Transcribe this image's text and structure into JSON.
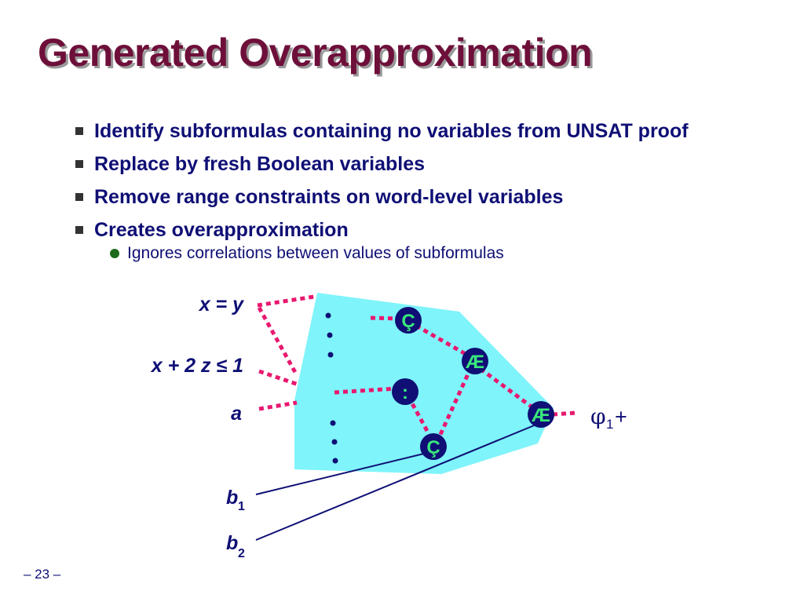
{
  "slide": {
    "title": "Generated Overapproximation",
    "bullets": [
      "Identify subformulas containing no variables from UNSAT proof",
      "Replace by fresh Boolean variables",
      "Remove range constraints on word-level variables",
      "Creates overapproximation"
    ],
    "sub_bullets": [
      "Ignores correlations between values of subformulas"
    ],
    "page_number": "– 23 –"
  },
  "diagram": {
    "inputs": {
      "x_eq_y": "x = y",
      "x_plus_2z": "x + 2 z ≤ 1",
      "a": "a",
      "b1": "b",
      "b1_sub": "1",
      "b2": "b",
      "b2_sub": "2"
    },
    "nodes": {
      "gate_top": "Ç",
      "gate_mid": "Æ",
      "gate_dots": ":",
      "gate_bottom": "Ç",
      "gate_out": "Æ"
    },
    "output": {
      "symbol": "φ",
      "sub": "1",
      "suffix": "+"
    },
    "colors": {
      "region": "#7ff4fa",
      "wire_dotted": "#e8186f",
      "wire_solid": "#0f0f75",
      "node_fill": "#0f0f75",
      "node_text": "#39e87c"
    }
  }
}
